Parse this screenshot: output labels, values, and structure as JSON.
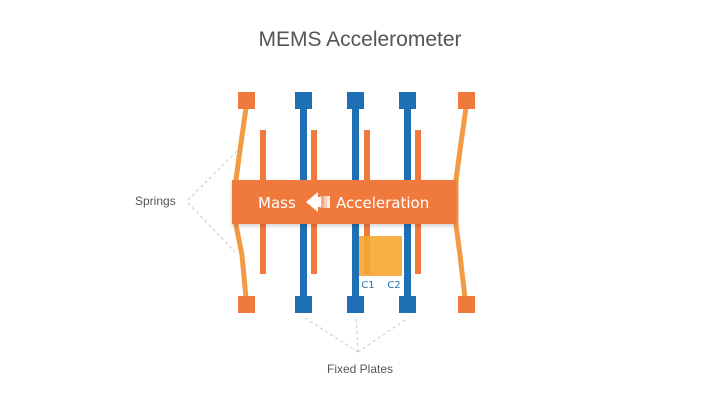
{
  "title": "MEMS Accelerometer",
  "labels": {
    "springs": "Springs",
    "fixed_plates": "Fixed Plates",
    "mass": "Mass",
    "acceleration": "Acceleration",
    "c1": "C1",
    "c2": "C2"
  },
  "colors": {
    "mass_orange": "#f07a3c",
    "spring_orange": "#f39a45",
    "fixed_blue": "#1f6fb5",
    "capacitor_fill": "#f6a531",
    "text_gray": "#555555",
    "callout_gray": "#c8c8c8"
  },
  "icons": {
    "acceleration_arrow": "left-arrow-icon"
  }
}
